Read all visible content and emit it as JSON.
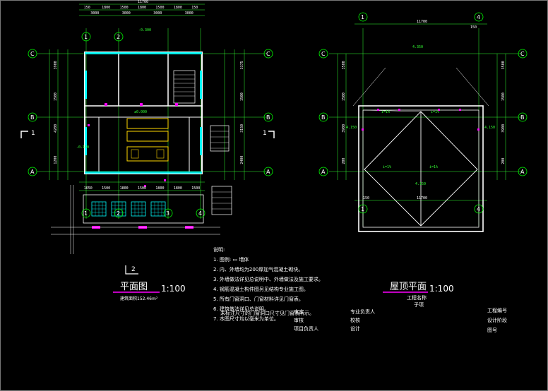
{
  "plan": {
    "title": "平面图",
    "scale": "1:100",
    "area_label": "建筑面积152.46m²",
    "section_mark": "2",
    "top_total_dim": "11700",
    "top_dims": [
      "150",
      "1800",
      "1500",
      "1800",
      "1500",
      "1800",
      "150"
    ],
    "top_dims2": [
      "3000",
      "3000",
      "3000",
      "3000"
    ],
    "bottom_dims": [
      "1650",
      "1500",
      "1800",
      "1500",
      "1800",
      "1800",
      "1500"
    ],
    "left_dims": [
      "3900",
      "1500",
      "4200",
      "1200"
    ],
    "right_dims": [
      "3375",
      "1500",
      "3150",
      "2400"
    ],
    "elev_labels": [
      "-0.300",
      "±0.000",
      "-0.150"
    ],
    "section_cut": "1"
  },
  "roof": {
    "title": "屋顶平面",
    "scale": "1:100",
    "top_dim": "11700",
    "top_dim2": "150",
    "bottom_dim": "11700",
    "bottom_dim2": "150",
    "slope_labels": [
      "i=1%",
      "i=1%",
      "i=1%",
      "i=1%"
    ],
    "elev_labels": [
      "4.350",
      "4.150",
      "4.150",
      "4.150"
    ],
    "left_dims": [
      "3500",
      "1500",
      "3900",
      "200"
    ],
    "right_dims": [
      "3500",
      "1500",
      "3900",
      "200"
    ]
  },
  "axes": {
    "rows": [
      "C",
      "B",
      "A"
    ],
    "cols": [
      "1",
      "2",
      "3",
      "4"
    ]
  },
  "notes": {
    "heading": "说明:",
    "items": [
      "1. 图例:  ▭ 墙体",
      "2. 内、外墙均为200厚加气混凝土砌块。",
      "3. 外墙做法详见总说明中、外墙做法及施工要求。",
      "4. 钢筋混凝土构件图另见结构专业施工图。",
      "5. 所有门窗洞口、门窗材料详见门窗表。",
      "6. 建筑做法详见总说明。",
      "7. 本图尺寸均以毫米为单位。"
    ],
    "item5_extra": "未标注尺寸的门窗洞口尺寸见门窗表所示。"
  },
  "title_block": {
    "labels": [
      "审定",
      "专业负责人",
      "审核",
      "校核",
      "项目负责人",
      "设计",
      "工程名称",
      "子项",
      "工程编号",
      "设计阶段",
      "图号"
    ]
  },
  "colors": {
    "axis": "#00ff00",
    "wall": "#ffffff",
    "window": "#00ffff",
    "fixture": "#ffd700",
    "marker": "#ff00ff",
    "grid": "#4444ff"
  }
}
